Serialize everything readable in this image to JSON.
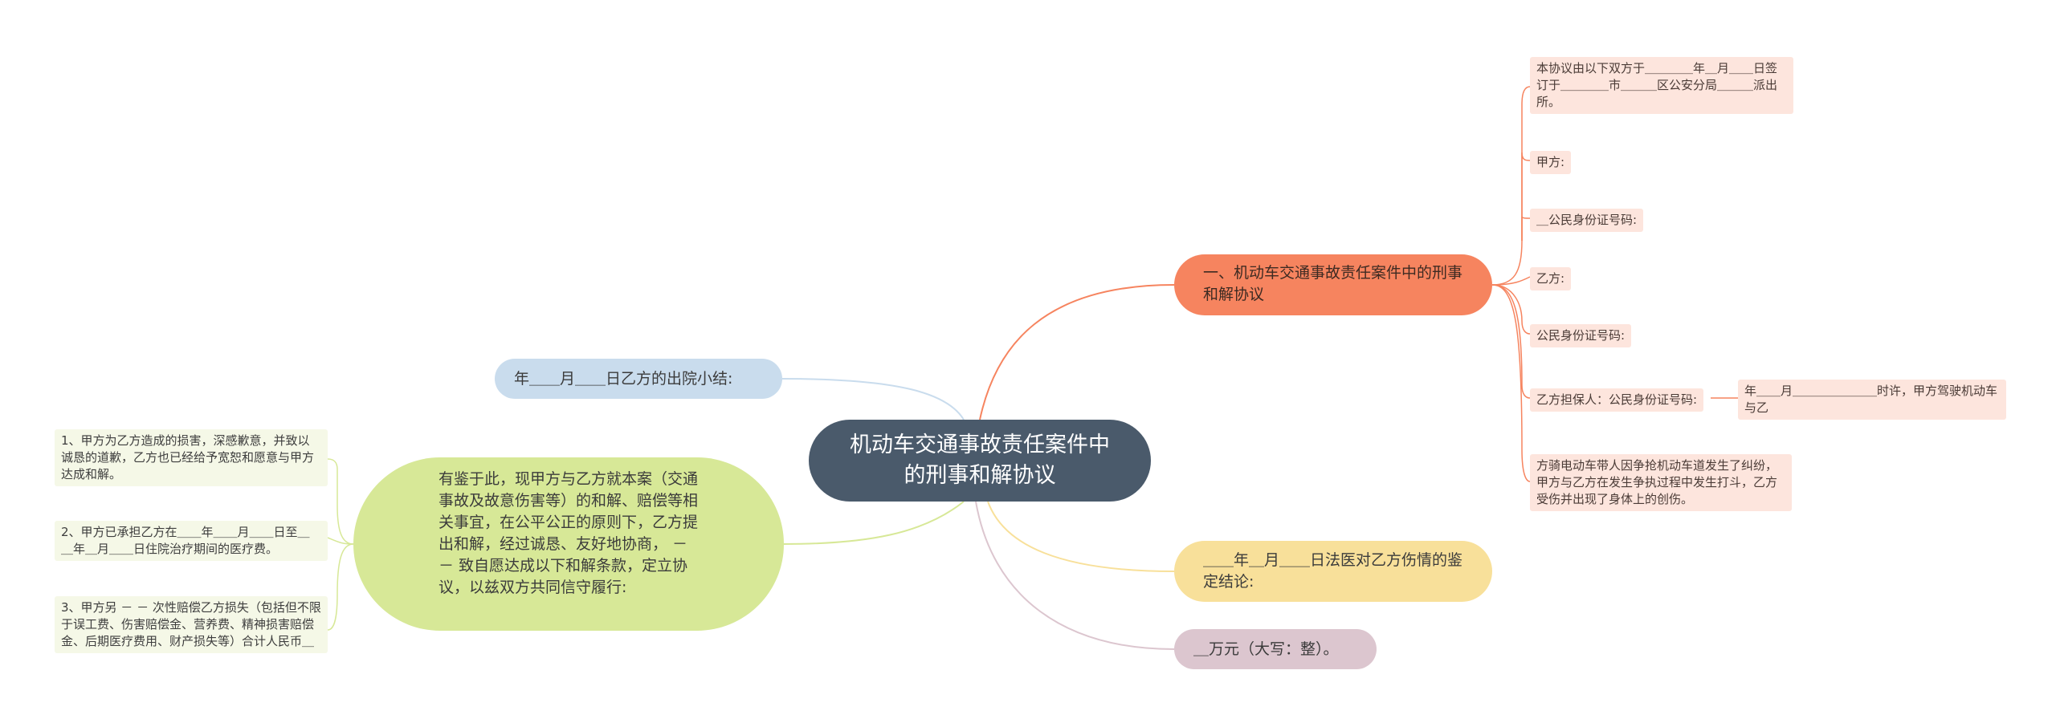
{
  "center": {
    "title": "机动车交通事故责任案件中的刑事和解协议"
  },
  "branches": {
    "agreement": {
      "label": "一、机动车交通事故责任案件中的刑事和解协议",
      "items": [
        "本协议由以下双方于＿＿＿＿年＿月＿＿日签订于＿＿＿＿市＿＿＿区公安分局＿＿＿派出所。",
        "甲方:",
        "＿公民身份证号码:",
        "乙方:",
        "公民身份证号码:",
        "乙方担保人：公民身份证号码:",
        "方骑电动车带人因争抢机动车道发生了纠纷，甲方与乙方在发生争执过程中发生打斗，乙方受伤并出现了身体上的创伤。"
      ],
      "sub_item": "年＿＿月＿＿＿＿＿＿＿时许，甲方驾驶机动车与乙"
    },
    "discharge": {
      "label": "年＿＿月＿＿日乙方的出院小结:"
    },
    "reconcile": {
      "label": "有鉴于此，现甲方与乙方就本案（交通事故及故意伤害等）的和解、赔偿等相关事宜，在公平公正的原则下，乙方提出和解，经过诚恳、友好地协商， － － 致自愿达成以下和解条款，定立协议，以兹双方共同信守履行:",
      "items": [
        "1、甲方为乙方造成的损害，深感歉意，并致以诚恳的道歉，乙方也已经给予宽恕和愿意与甲方达成和解。",
        "2、甲方已承担乙方在＿＿年＿＿月＿＿日至＿＿年＿月＿＿日住院治疗期间的医疗费。",
        "3、甲方另 － － 次性赔偿乙方损失（包括但不限于误工费、伤害赔偿金、营养费、精神损害赔偿金、后期医疗费用、财产损失等）合计人民币＿"
      ]
    },
    "forensic": {
      "label": "＿＿年＿月＿＿日法医对乙方伤情的鉴定结论:"
    },
    "amount": {
      "label": "＿万元（大写：整）。"
    }
  },
  "colors": {
    "center": "#4a5a6b",
    "orange": "#f6845f",
    "blue": "#c9dced",
    "green": "#d7e897",
    "yellow": "#f8e09a",
    "pink": "#dcc6cf"
  }
}
